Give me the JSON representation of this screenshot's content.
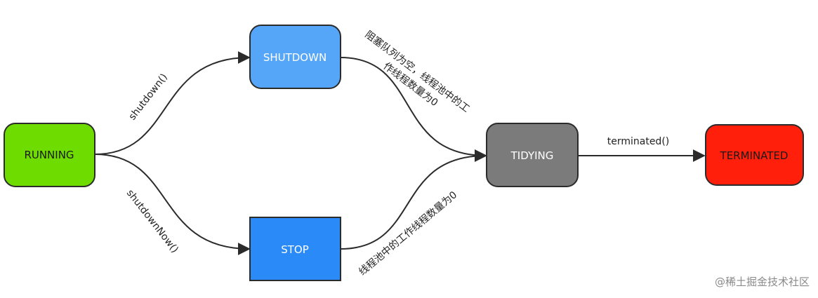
{
  "nodes": {
    "running": {
      "label": "RUNNING",
      "fill": "#6fdc00"
    },
    "shutdown": {
      "label": "SHUTDOWN",
      "fill": "#55a6f8"
    },
    "stop": {
      "label": "STOP",
      "fill": "#2a8af8"
    },
    "tidying": {
      "label": "TIDYING",
      "fill": "#7b7b7b"
    },
    "terminated": {
      "label": "TERMINATED",
      "fill": "#ff1f0a"
    }
  },
  "edges": {
    "shutdown_call": "shutdown()",
    "shutdown_now_call": "shutdownNow()",
    "shutdown_to_tidying_line1": "阻塞队列为空，线程池中的工",
    "shutdown_to_tidying_line2": "作线程数量为0",
    "stop_to_tidying": "线程池中的工作线程数量为0",
    "terminated_call": "terminated()"
  },
  "colors": {
    "stroke": "#2b2b2b",
    "edge": "#2b2b2b"
  },
  "watermark": "@稀土掘金技术社区"
}
